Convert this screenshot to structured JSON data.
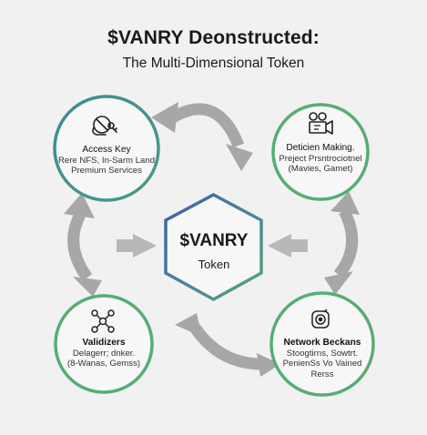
{
  "title": "$VANRY Deonstructed:",
  "subtitle": "The Multi-Dimensional Token",
  "center": {
    "line1": "$VANRY",
    "line2": "Token"
  },
  "nodes": {
    "top_left": {
      "icon": "key-helmet-icon",
      "title": "Access Key",
      "desc1": "Rere NFS, In-Sarm Land",
      "desc2": "Premium Services"
    },
    "top_right": {
      "icon": "video-camera-icon",
      "title": "Deticien Making.",
      "desc1": "Preject Prsntrociotnel",
      "desc2": "(Mavies, Gamet)"
    },
    "bottom_left": {
      "icon": "network-nodes-icon",
      "title": "Validizers",
      "desc1": "Delagerr; dnker.",
      "desc2": "(8-Wanas, Gemss)"
    },
    "bottom_right": {
      "icon": "shield-camera-icon",
      "title": "Network Beckans",
      "desc1": "Stoogtirns, Sowtrt.",
      "desc2": "PenienSs Vo Vained",
      "desc3": "Rerss"
    }
  },
  "colors": {
    "background": "#f1f1f1",
    "teal_ring": "#3f8f8f",
    "green_ring": "#57ad74",
    "hex_blue": "#3a5fa8",
    "hex_green": "#56a86e",
    "arrow_gray": "#a7a7a7"
  }
}
